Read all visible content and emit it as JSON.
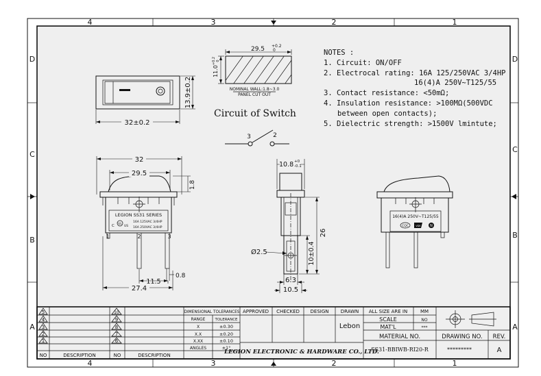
{
  "grid": {
    "top": [
      "4",
      "3",
      "2",
      "1"
    ],
    "bottom": [
      "4",
      "3",
      "2",
      "1"
    ],
    "left": [
      "D",
      "C",
      "B",
      "A"
    ],
    "right": [
      "D",
      "C",
      "B",
      "A"
    ]
  },
  "top_view": {
    "width_dim": "32±0.2",
    "height_dim": "13.9±0.2"
  },
  "panel_cutout": {
    "width_dim": "29.5",
    "width_tol": "+0.2",
    "width_tol2": "0",
    "height_dim": "11.0",
    "height_tol": "+0.2",
    "height_tol2": "0",
    "note1": "NOMINAL WALL:1.8~3.0",
    "note2": "PANEL CUT OUT"
  },
  "circuit": {
    "title": "Circuit of Switch",
    "pin_left": "3",
    "pin_right": "2"
  },
  "notes": {
    "title": "NOTES :",
    "lines": [
      "1. Circuit: ON/OFF",
      "2. Electrocal rating: 16A 125/250VAC 3/4HP",
      "16(4)A 250V~T125/55",
      "3. Contact resistance: <50mΩ;",
      "4. Insulation resistance: >100MΩ(500VDC",
      "between open contacts);",
      "5. Dielectric strength: >1500V lmintute;"
    ]
  },
  "front_view": {
    "dim_overall": "32",
    "dim_cap": "29.5",
    "dim_cap_height": "1.8",
    "dim_base": "27.4",
    "dim_pin_pitch": "11.5",
    "dim_pin_thick": "0.8",
    "label_series": "LEGION SS31 SERIES",
    "label_rating1": "16A 125VAC 3/4HP",
    "label_rating2": "16A 250VAC 3/4HP",
    "label_c": "C",
    "label_ul": "UL",
    "label_us": "US",
    "pin1": "1",
    "pin2": "2",
    "pin3": "3"
  },
  "side_view": {
    "dim_top": "10.8",
    "dim_top_tol": "+0",
    "dim_top_tol2": "-0.1",
    "dim_height": "26",
    "dim_hole": "Ø2.5",
    "dim_pin_len": "10±0.4",
    "dim_pin_w": "6.3",
    "dim_base": "10.5"
  },
  "back_view": {
    "label_rating": "16(4)A 250V~T125/55",
    "mark_cqc": "CQC",
    "mark_vde": "VDE",
    "mark_n": "N"
  },
  "title_block": {
    "revision_rows": [
      "5",
      "4",
      "3",
      "2",
      "1"
    ],
    "revision_rows2": [
      "10",
      "9",
      "8",
      "7",
      "6"
    ],
    "col_no": "NO",
    "col_description": "DESCRIPTION",
    "dim_tol_header": "DIMENSIONAL TOLERANCES",
    "tol_rows": [
      [
        "RANGE",
        "TOLERANCE"
      ],
      [
        "X",
        "±0.30"
      ],
      [
        "X.X",
        "±0.20"
      ],
      [
        "X.XX",
        "±0.10"
      ],
      [
        "ANGLES",
        "±1°"
      ]
    ],
    "approved": "APPROVED",
    "checked": "CHECKED",
    "design": "DESIGN",
    "drawn": "DRAWN",
    "drawn_by": "Lebon",
    "size_label": "ALL SIZE ARE IN",
    "size_unit": "MM",
    "scale_label": "SCALE",
    "scale_value": "NO",
    "matl_label": "MAT'L",
    "matl_value": "***",
    "material_no_label": "MATERIAL NO.",
    "material_no_value": "SS31-BBIWB-RI20-R",
    "company": "LEGION ELECTRONIC & HARDWARE CO., LTD.",
    "drawing_no_label": "DRAWING NO.",
    "drawing_no_value": "*********",
    "rev_label": "REV.",
    "rev_value": "A"
  }
}
